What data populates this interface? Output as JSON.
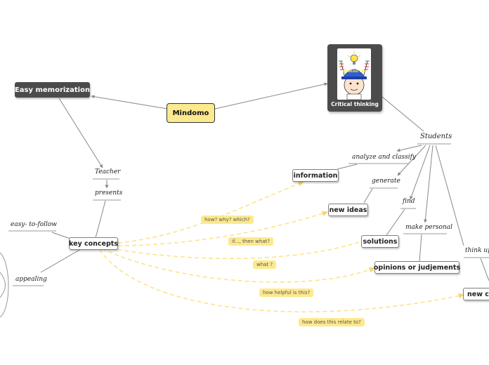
{
  "nodes": {
    "central": "Mindomo",
    "easy_memorization": "Easy memorization",
    "critical_thinking": "Critical thinking",
    "key_concepts": "key concepts",
    "information": "information",
    "new_ideas": "new ideas",
    "solutions": "solutions",
    "opinions": "opinions or judjements",
    "new_co": "new co"
  },
  "labels": {
    "teacher": "Teacher",
    "presents": "presents",
    "easy_to_follow": "easy- to-follow",
    "appealing": "appealing",
    "students": "Students",
    "analyze": "analyze and classify",
    "generate": "generate",
    "find": "find",
    "make_personal": "make personal",
    "think_up": "think up"
  },
  "relations": {
    "how_why_which": "how? why? which?",
    "if_then": "if..., then what?",
    "what": "what ?",
    "how_helpful": "how helpful is this?",
    "how_relate": "how does this relate to?"
  },
  "image_text": "THINKING CAP",
  "colors": {
    "dark_node": "#4b4b4b",
    "central_fill": "#fde98e",
    "relation_line": "#fde38a",
    "connector": "#888888"
  }
}
